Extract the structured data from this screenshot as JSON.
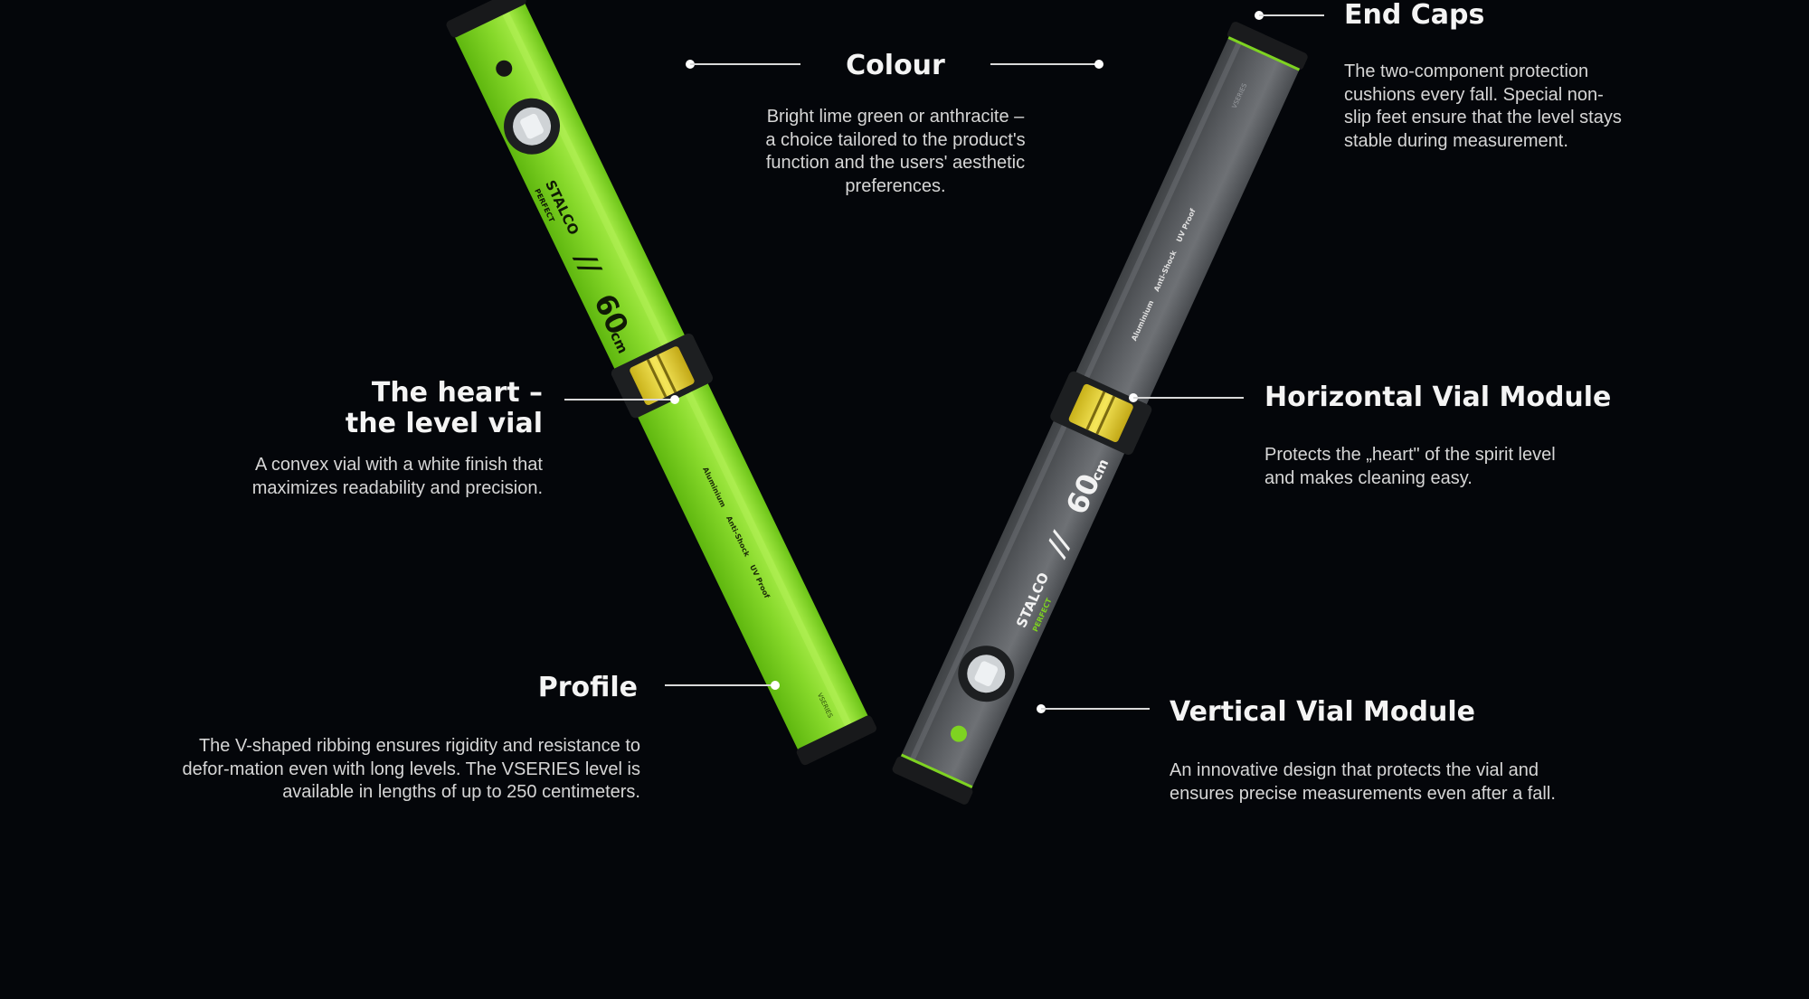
{
  "callouts": {
    "colour": {
      "title": "Colour",
      "body": "Bright lime green or anthracite – a choice tailored to the product's function and the users' aesthetic preferences."
    },
    "end_caps": {
      "title": "End Caps",
      "body": "The two-component protection cushions every fall. Special non-slip feet ensure that the level stays stable during measurement."
    },
    "heart": {
      "title_line1": "The heart –",
      "title_line2": "the level vial",
      "body": "A convex vial with a white finish that maximizes readability and precision."
    },
    "horizontal_vial": {
      "title": "Horizontal Vial Module",
      "body": "Protects the „heart\" of the spirit level and makes cleaning easy."
    },
    "profile": {
      "title": "Profile",
      "body": "The V-shaped ribbing ensures rigidity and resistance to defor-mation even with long levels. The VSERIES level is available in lengths of up to 250 centimeters."
    },
    "vertical_vial": {
      "title": "Vertical Vial Module",
      "body": "An innovative design that protects the vial and ensures precise measurements even after a fall."
    }
  },
  "product": {
    "brand": "STALCO",
    "sub_brand": "PERFECT",
    "size": "60",
    "unit": "cm",
    "series": "VSERIES",
    "features": [
      "Aluminium",
      "Anti-Shock",
      "UV Proof"
    ]
  },
  "colors": {
    "background": "#04060a",
    "lime": "#7ed321",
    "anthracite": "#55585c"
  }
}
